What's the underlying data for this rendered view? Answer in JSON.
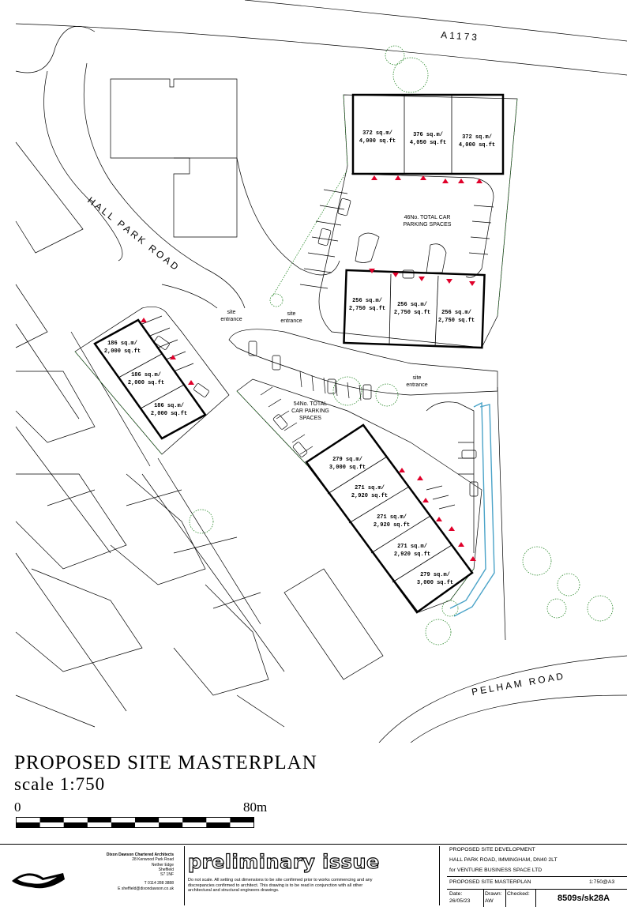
{
  "roads": {
    "a1173": "A1173",
    "hall_park_road": "HALL PARK ROAD",
    "pelham_road": "PELHAM ROAD"
  },
  "site_entrances": [
    "site",
    "entrance"
  ],
  "parking": {
    "north": [
      "46No. TOTAL CAR",
      "PARKING SPACES"
    ],
    "south": [
      "54No. TOTAL",
      "CAR PARKING",
      "SPACES"
    ]
  },
  "units": {
    "north_top": [
      {
        "sqm": "372 sq.m/",
        "sqft": "4,000 sq.ft"
      },
      {
        "sqm": "376 sq.m/",
        "sqft": "4,050 sq.ft"
      },
      {
        "sqm": "372 sq.m/",
        "sqft": "4,000 sq.ft"
      }
    ],
    "north_bottom": [
      {
        "sqm": "256 sq.m/",
        "sqft": "2,750 sq.ft"
      },
      {
        "sqm": "256 sq.m/",
        "sqft": "2,750 sq.ft"
      },
      {
        "sqm": "256 sq.m/",
        "sqft": "2,750 sq.ft"
      }
    ],
    "west": [
      {
        "sqm": "186 sq.m/",
        "sqft": "2,000 sq.ft"
      },
      {
        "sqm": "186 sq.m/",
        "sqft": "2,000 sq.ft"
      },
      {
        "sqm": "186 sq.m/",
        "sqft": "2,000 sq.ft"
      }
    ],
    "south": [
      {
        "sqm": "279 sq.m/",
        "sqft": "3,000 sq.ft"
      },
      {
        "sqm": "271 sq.m/",
        "sqft": "2,920 sq.ft"
      },
      {
        "sqm": "271 sq.m/",
        "sqft": "2,920 sq.ft"
      },
      {
        "sqm": "271 sq.m/",
        "sqft": "2,920 sq.ft"
      },
      {
        "sqm": "279 sq.m/",
        "sqft": "3,000 sq.ft"
      }
    ]
  },
  "title": {
    "main": "PROPOSED SITE MASTERPLAN",
    "scale": "scale 1:750"
  },
  "scale_bar": {
    "start": "0",
    "end": "80m",
    "segments": 10
  },
  "practice": {
    "name": "Dixon Dawson Chartered Architects",
    "address": [
      "28 Kenwood Park Road",
      "Nether Edge",
      "Sheffield",
      "S7 1NF"
    ],
    "phone": "T 0114 288 3888",
    "email": "E sheffield@dixondawson.co.uk"
  },
  "preliminary": {
    "title": "preliminary issue",
    "note": "Do not scale. All setting out dimensions to be site confirmed prior to works commencing and any discrepancies confirmed to architect. This drawing is to be read in conjunction with all other architectural and structural engineers drawings."
  },
  "project": {
    "line1": "PROPOSED SITE DEVELOPMENT",
    "line2": "HALL PARK ROAD, IMMINGHAM, DN40 2LT",
    "line3": "for VENTURE BUSINESS SPACE LTD",
    "drawing_title": "PROPOSED SITE MASTERPLAN",
    "scale_ref": "1:750@A3",
    "date_label": "Date:",
    "date": "26/05/23",
    "drawn_label": "Drawn:",
    "drawn": "AW",
    "checked_label": "Checked:",
    "checked": "",
    "drawing_no": "8509s/sk28A"
  }
}
